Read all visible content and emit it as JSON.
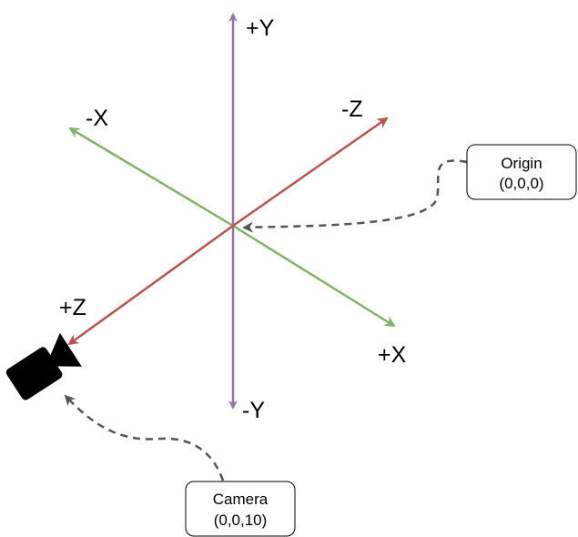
{
  "axes": {
    "plus_y": {
      "label": "+Y",
      "color": "#9673a6"
    },
    "minus_y": {
      "label": "-Y",
      "color": "#9673a6"
    },
    "plus_x": {
      "label": "+X",
      "color": "#82b366"
    },
    "minus_x": {
      "label": "-X",
      "color": "#82b366"
    },
    "plus_z": {
      "label": "+Z",
      "color": "#b85450"
    },
    "minus_z": {
      "label": "-Z",
      "color": "#b85450"
    }
  },
  "origin_callout": {
    "title": "Origin",
    "coords": "(0,0,0)"
  },
  "camera_callout": {
    "title": "Camera",
    "coords": "(0,0,10)"
  },
  "camera": {
    "icon": "video-camera-icon",
    "color": "#000000"
  },
  "connector_color": "#555555"
}
